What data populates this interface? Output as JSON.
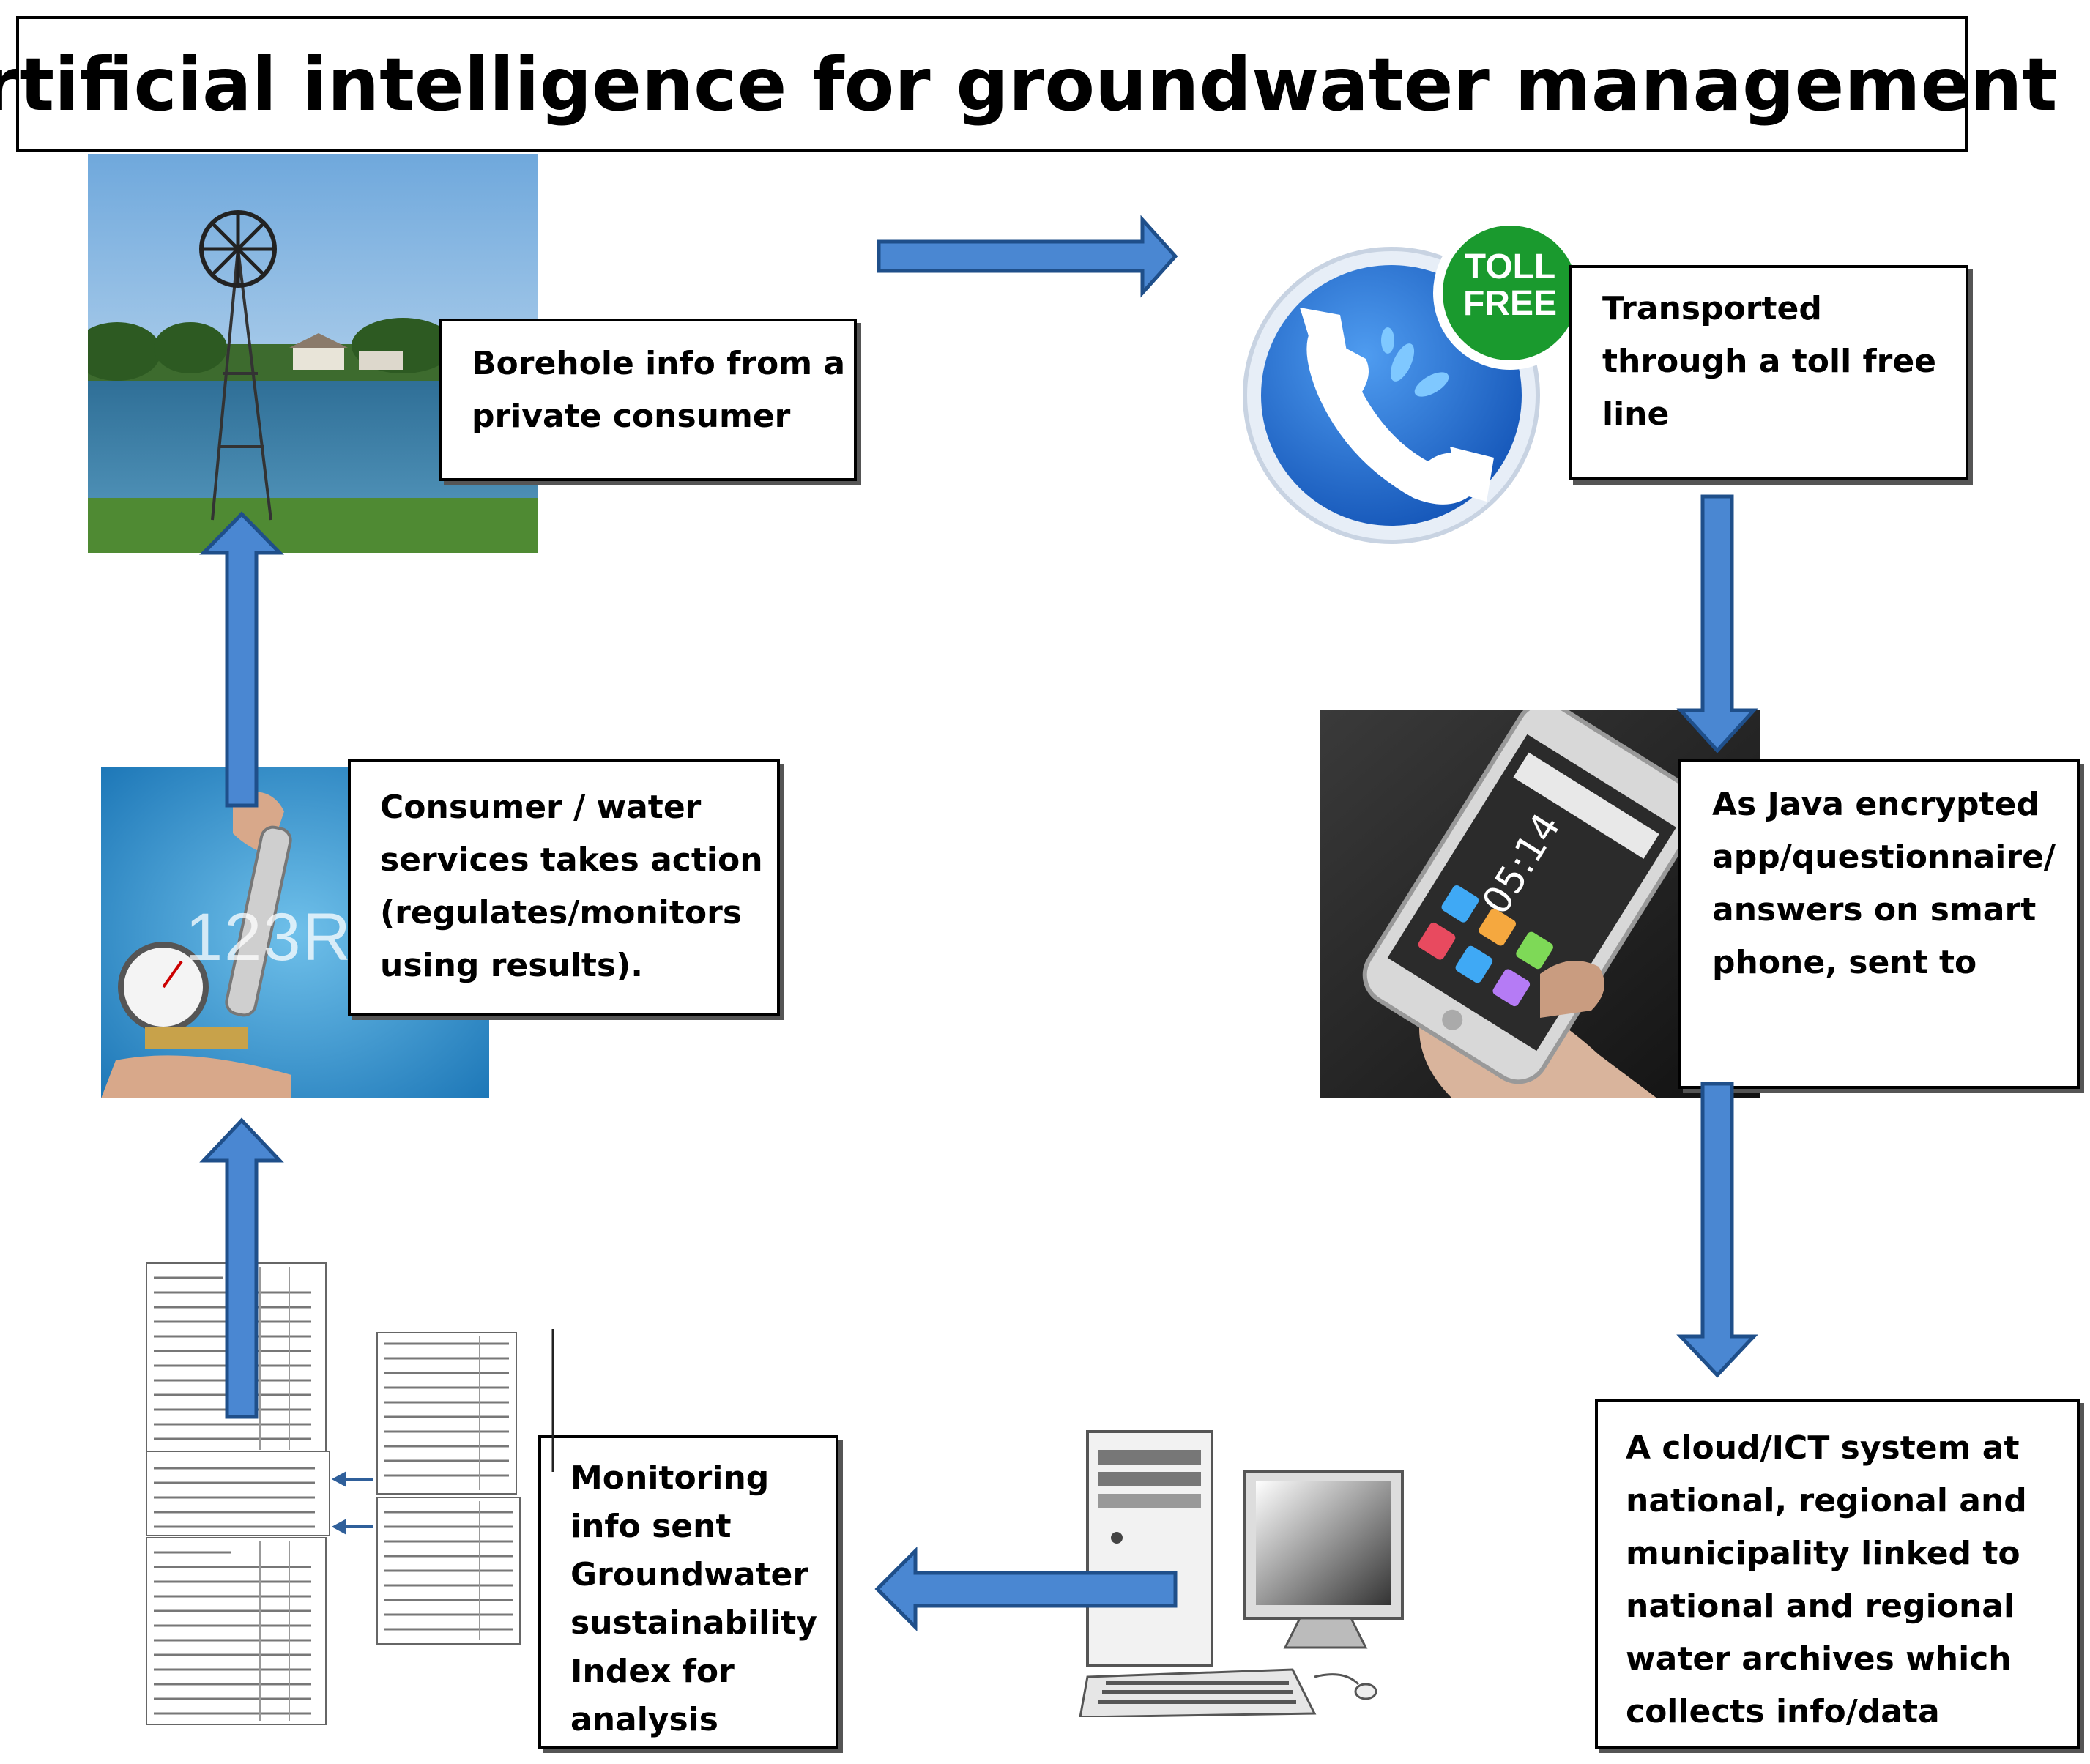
{
  "title": "Artificial intelligence for groundwater management",
  "badge": {
    "line1": "TOLL",
    "line2": "FREE"
  },
  "watermark": "123RF",
  "phone_clock": "05:14",
  "colors": {
    "arrow_fill": "#4a87d2",
    "arrow_stroke": "#1f4f8a",
    "badge_green": "#1a9a2e",
    "phone_blue": "#1f6fd6"
  },
  "boxes": {
    "borehole": [
      "Borehole info from a",
      "private consumer"
    ],
    "tollfree": [
      "Transported",
      "through a toll free",
      "line"
    ],
    "java": [
      "As Java encrypted",
      "app/questionnaire/",
      "answers on smart",
      "phone, sent to"
    ],
    "cloud": [
      "A cloud/ICT system at",
      "national, regional and",
      "municipality linked to",
      "national and regional",
      "water archives which",
      "collects info/data"
    ],
    "monitoring": [
      "Monitoring",
      "info sent",
      "Groundwater",
      "sustainability",
      "Index for",
      "analysis"
    ],
    "consumer": [
      "Consumer / water",
      "services takes action",
      "(regulates/monitors",
      "using results)."
    ]
  }
}
